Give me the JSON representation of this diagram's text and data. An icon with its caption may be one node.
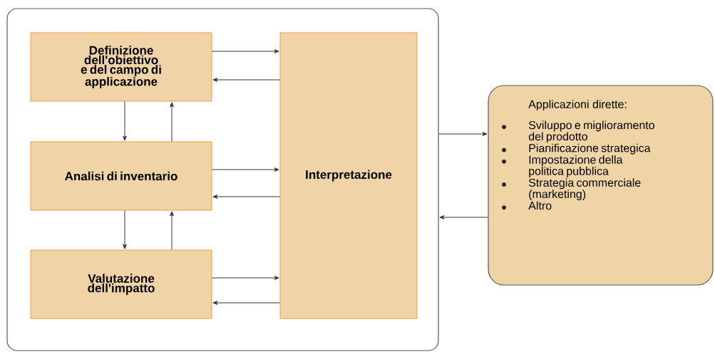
{
  "diagram": {
    "nodes": [
      {
        "text": [],
        "shape": "box"
      },
      {
        "text": [
          "Definizione dell'obiettivo e del campo di applicazione"
        ],
        "in": 0
      },
      {
        "text": [
          "Analisi di inventario"
        ],
        "in": 0
      },
      {
        "text": [
          "Valutazione dell'impatto"
        ],
        "in": 0
      },
      {
        "text": [
          "Interpretazione"
        ],
        "in": 0
      },
      {
        "text": [
          "Applicazioni dirette:",
          "Sviluppo e miglioramento del prodotto",
          "Pianificazione strategica",
          "Impostazione della politica pubblica",
          "Strategia commerciale (marketing)",
          "Altro"
        ]
      }
    ],
    "edges": [
      {
        "from": 1,
        "to": 4,
        "arrow": "to"
      },
      {
        "from": 4,
        "to": 1,
        "arrow": "to"
      },
      {
        "from": 2,
        "to": 4,
        "arrow": "to"
      },
      {
        "from": 4,
        "to": 2,
        "arrow": "to"
      },
      {
        "from": 3,
        "to": 4,
        "arrow": "to"
      },
      {
        "from": 4,
        "to": 3,
        "arrow": "to"
      },
      {
        "from": 1,
        "to": 2,
        "arrow": "to"
      },
      {
        "from": 2,
        "to": 1,
        "arrow": "to"
      },
      {
        "from": 2,
        "to": 3,
        "arrow": "to"
      },
      {
        "from": 3,
        "to": 2,
        "arrow": "to"
      },
      {
        "from": 0,
        "to": 5,
        "arrow": "to"
      },
      {
        "from": 5,
        "to": 0,
        "arrow": "to"
      }
    ]
  }
}
